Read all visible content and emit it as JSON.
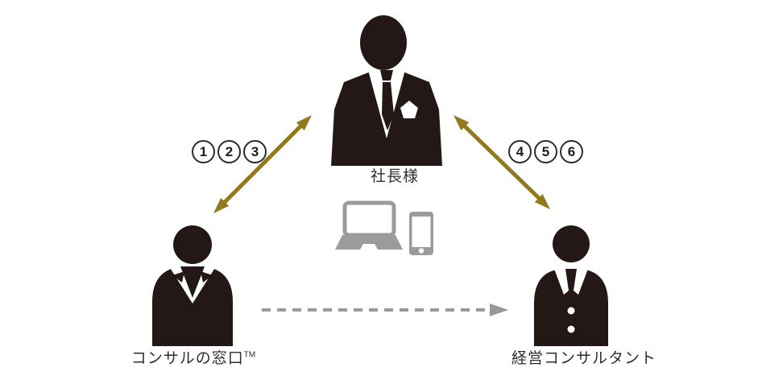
{
  "actors": {
    "president": {
      "label": "社長様"
    },
    "window": {
      "label": "コンサルの窓口",
      "tm": "TM"
    },
    "consultant": {
      "label": "経営コンサルタント"
    }
  },
  "steps": {
    "left": [
      "1",
      "2",
      "3"
    ],
    "right": [
      "4",
      "5",
      "6"
    ]
  },
  "icons": {
    "president": "business-president-icon",
    "window": "receptionist-person-icon",
    "consultant": "consultant-person-icon",
    "laptop": "laptop-icon",
    "smartphone": "smartphone-icon",
    "left_arrow": "double-headed-arrow-icon",
    "right_arrow": "double-headed-arrow-icon",
    "dashed_arrow": "dashed-right-arrow-icon"
  },
  "colors": {
    "figure": "#231815",
    "arrow": "#91791e",
    "device": "#9b9b9b",
    "dashed": "#999999",
    "label_text": "#322d2a",
    "background": "#ffffff"
  }
}
